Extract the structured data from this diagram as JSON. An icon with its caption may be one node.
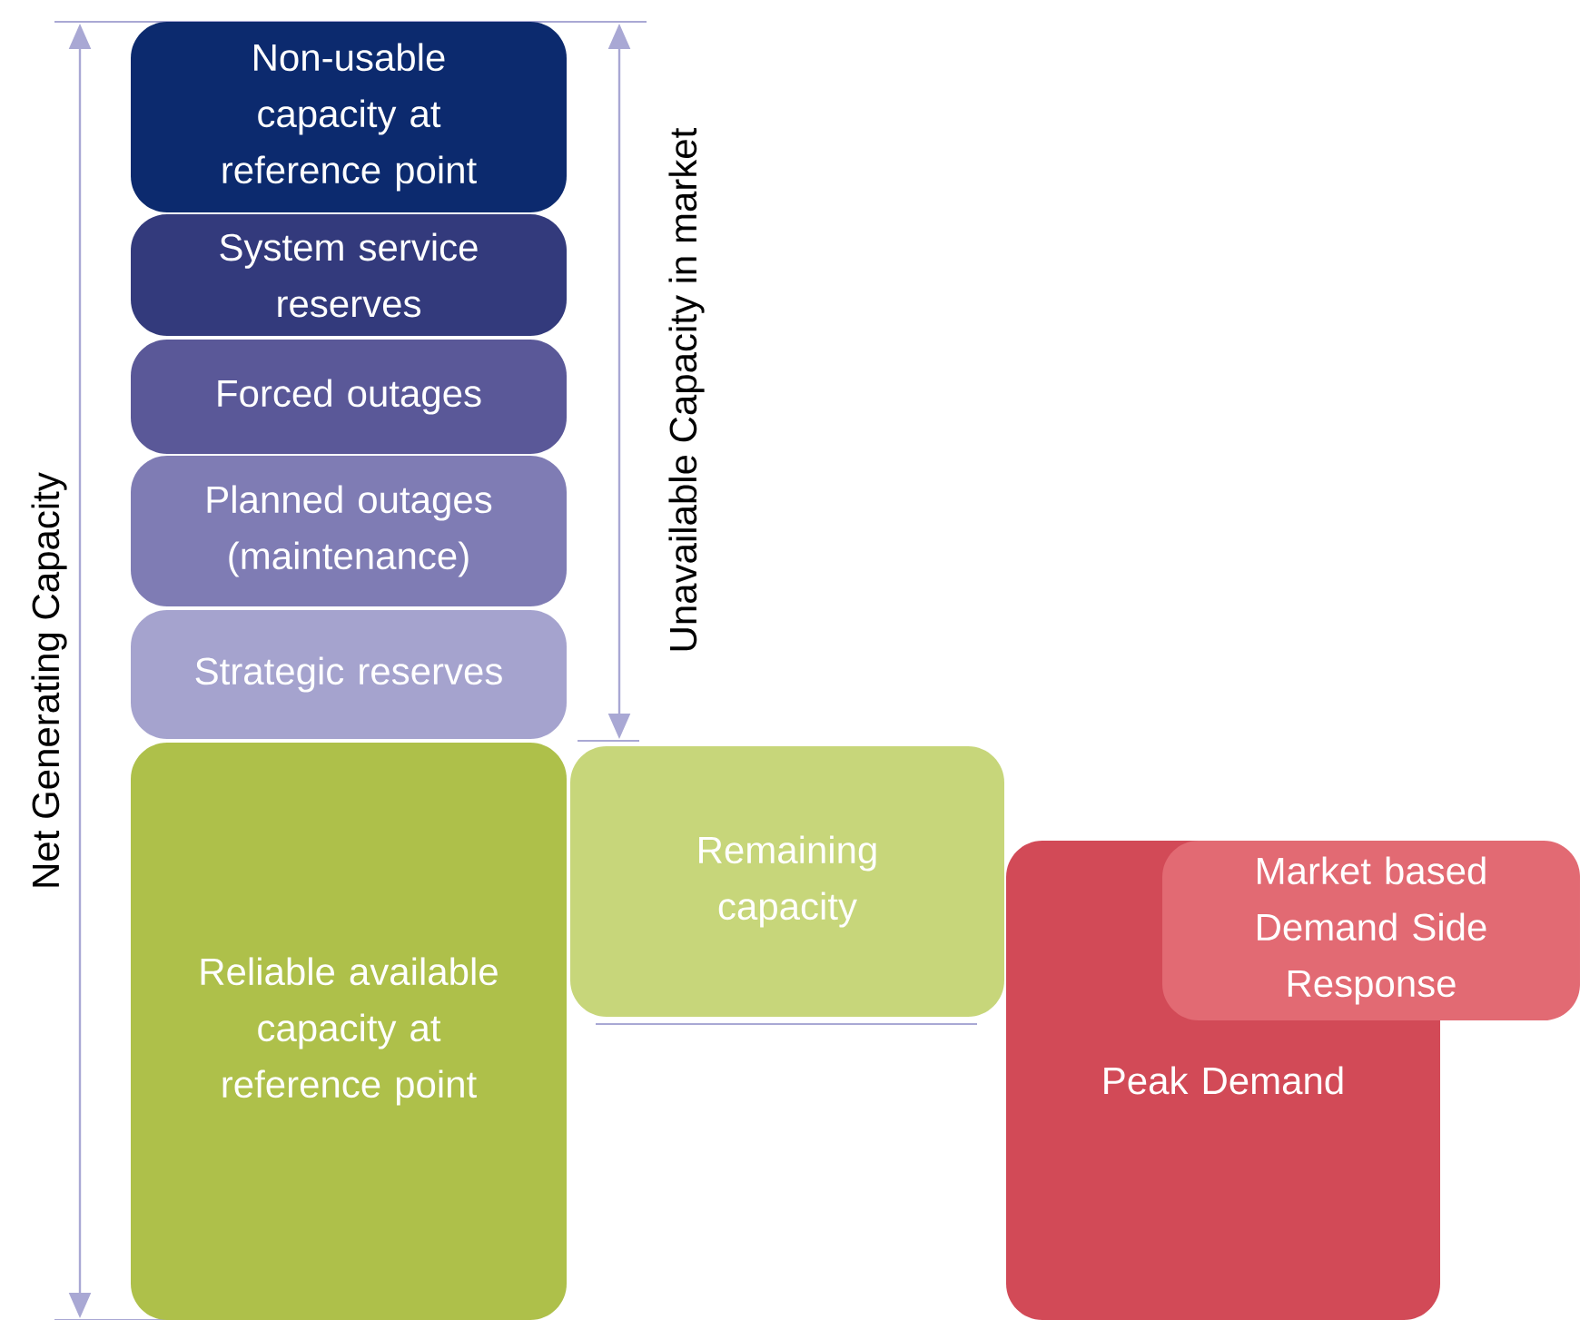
{
  "diagram": {
    "nodes": [
      {
        "text": [
          "Non-usable capacity at reference point"
        ]
      },
      {
        "text": [
          "System service reserves"
        ]
      },
      {
        "text": [
          "Forced outages"
        ]
      },
      {
        "text": [
          "Planned outages (maintenance)"
        ]
      },
      {
        "text": [
          "Strategic reserves"
        ]
      },
      {
        "text": [
          "Reliable available capacity at reference point"
        ]
      },
      {
        "text": [
          "Remaining capacity"
        ]
      },
      {
        "text": [
          "Peak Demand"
        ]
      },
      {
        "text": [
          "Market based Demand Side Response"
        ]
      }
    ],
    "labels": [
      "Net Generating Capacity",
      "Unavailable Capacity in market"
    ]
  }
}
